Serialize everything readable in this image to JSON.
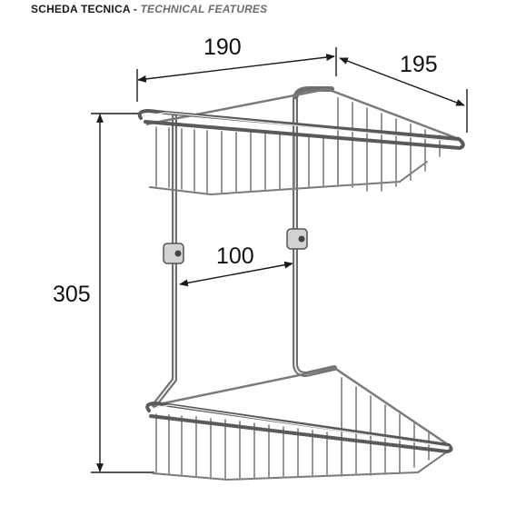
{
  "header": {
    "it_label": "SCHEDA TECNICA",
    "separator": " - ",
    "en_label": "TECHNICAL FEATURES"
  },
  "dimensions": {
    "width": "190",
    "depth": "195",
    "height": "305",
    "bracket_spacing": "100"
  },
  "colors": {
    "chrome_dark": "#6e6e6e",
    "chrome_light": "#dcdcdc",
    "dimension_line": "#1a1a1a"
  }
}
